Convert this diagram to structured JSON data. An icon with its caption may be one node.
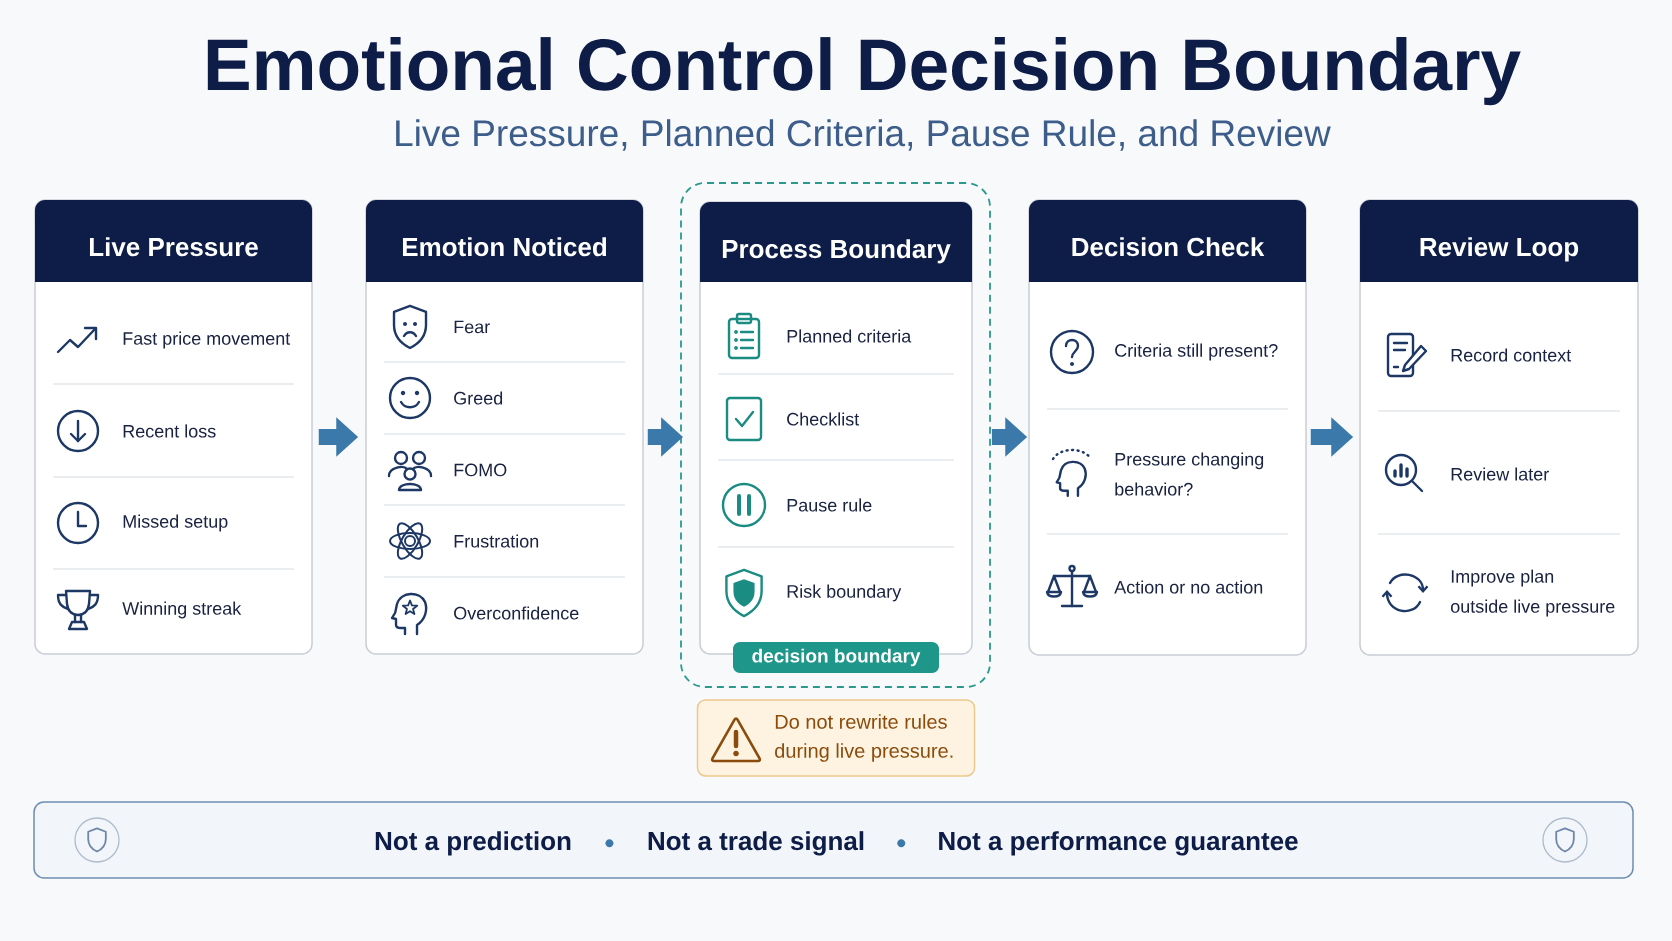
{
  "diagram": {
    "title": "Emotional Control Decision Boundary",
    "nodes": [
      {
        "text": [
          "Live Pressure",
          "Fast price movement",
          "Recent loss",
          "Missed setup",
          "Winning streak"
        ]
      },
      {
        "text": [
          "Emotion Noticed",
          "Fear",
          "Greed",
          "FOMO",
          "Frustration",
          "Overconfidence"
        ]
      },
      {
        "text": [
          "decision boundary"
        ]
      },
      {
        "text": [
          "Process Boundary",
          "Planned criteria",
          "Checklist",
          "Pause rule",
          "Risk boundary"
        ],
        "in": 2
      },
      {
        "text": [
          "Decision Check",
          "Criteria still present?",
          "Pressure changing behavior?",
          "Action or no action"
        ]
      },
      {
        "text": [
          "Review Loop",
          "Record context",
          "Review later",
          "Improve plan outside live pressure"
        ]
      },
      {
        "text": [
          "Do not rewrite rules during live pressure."
        ]
      },
      {
        "text": [
          "Not a prediction",
          "Not a trade signal",
          "Not a performance guarantee"
        ]
      }
    ],
    "edges": [
      {
        "from": 0,
        "to": 1,
        "arrow": "to"
      },
      {
        "from": 1,
        "to": 2,
        "arrow": "to"
      },
      {
        "from": 2,
        "to": 4,
        "arrow": "to"
      },
      {
        "from": 4,
        "to": 5,
        "arrow": "to"
      }
    ],
    "labels": [
      "Live Pressure, Planned Criteria, Pause Rule, and Review"
    ]
  }
}
